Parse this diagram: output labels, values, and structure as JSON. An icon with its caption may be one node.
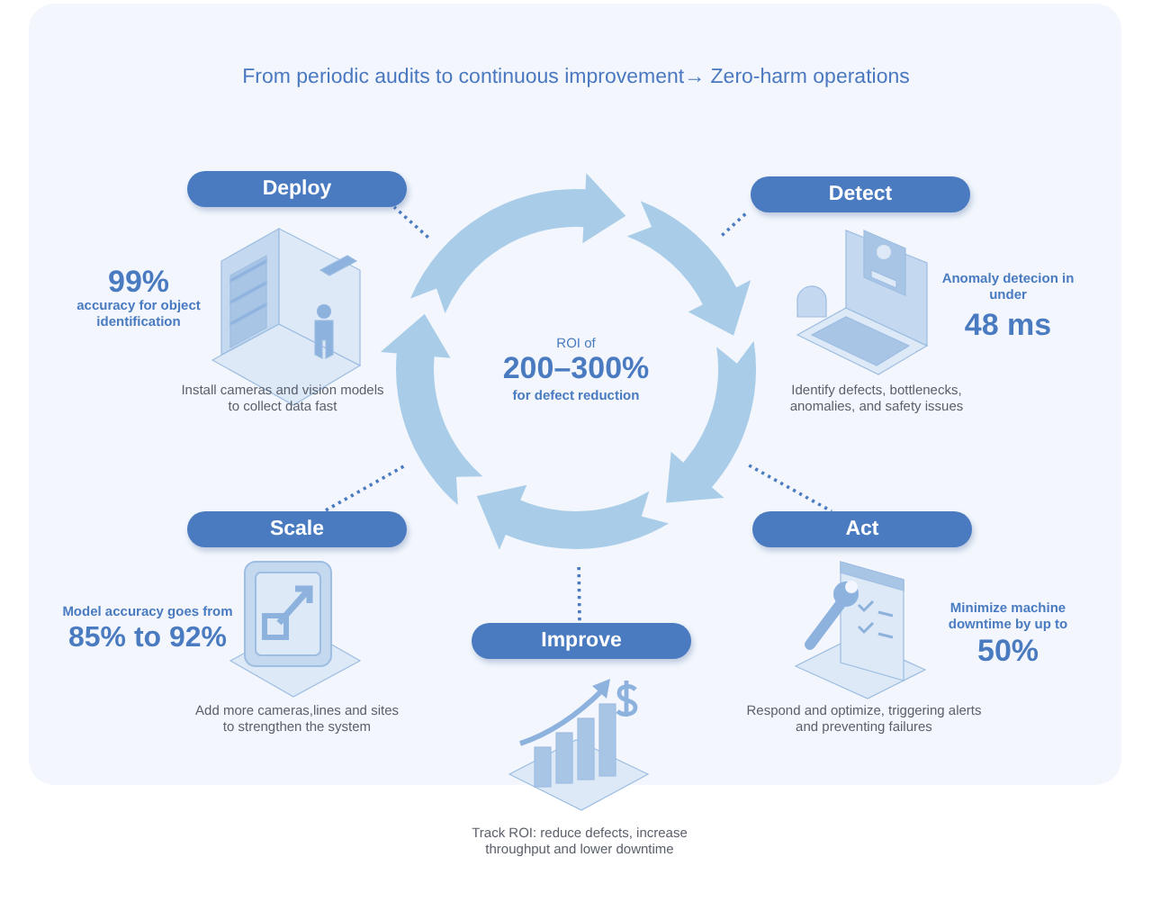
{
  "diagram": {
    "title": "From periodic audits to continuous improvement→ Zero-harm operations",
    "nodes": [
      {
        "text": [
          "Deploy"
        ],
        "beside": [
          "99%",
          "accuracy for object identification"
        ]
      },
      {
        "text": [
          "Detect"
        ],
        "beside": [
          "Anomaly detecion in under",
          "48 ms"
        ]
      },
      {
        "text": [
          "ROI of",
          "200–300%",
          "for defect reduction"
        ]
      },
      {
        "text": [
          "Scale"
        ],
        "beside": [
          "Model accuracy goes from",
          "85% to 92%"
        ]
      },
      {
        "text": [
          "Act"
        ],
        "beside": [
          "Minimize machine downtime by up to",
          "50%"
        ]
      },
      {
        "text": [
          "Improve"
        ]
      }
    ],
    "edges": [
      {
        "from": 2,
        "to": 0,
        "arrow": "none",
        "style": "dashed"
      },
      {
        "from": 2,
        "to": 1,
        "arrow": "none",
        "style": "dashed"
      },
      {
        "from": 2,
        "to": 3,
        "arrow": "none",
        "style": "dashed"
      },
      {
        "from": 2,
        "to": 4,
        "arrow": "none",
        "style": "dashed"
      },
      {
        "from": 2,
        "to": 5,
        "arrow": "none",
        "style": "dashed"
      }
    ],
    "labels": [
      "Install cameras and vision models to collect data fast",
      "Identify defects, bottlenecks, anomalies, and safety issues",
      "Add more cameras,lines and sites to strengthen the system",
      "Respond and optimize, triggering alerts and preventing failures",
      "Track ROI: reduce defects, increase throughput and lower downtime"
    ]
  }
}
